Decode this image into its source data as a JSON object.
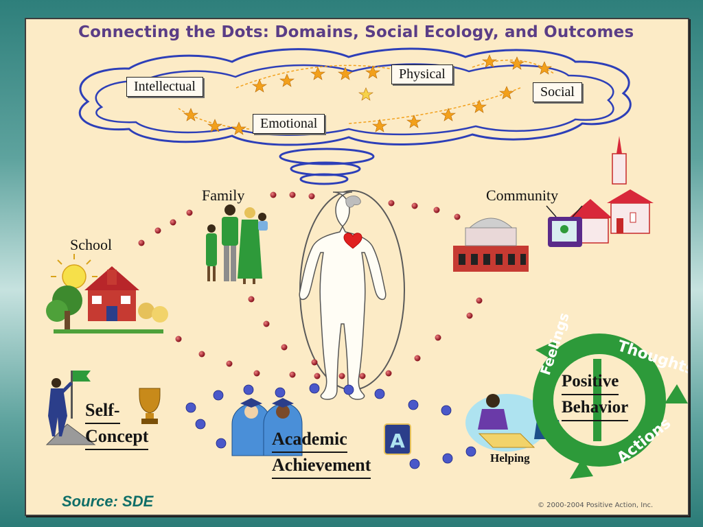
{
  "title": "Connecting the Dots: Domains, Social Ecology, and Outcomes",
  "domains": {
    "intellectual": "Intellectual",
    "physical": "Physical",
    "social": "Social",
    "emotional": "Emotional"
  },
  "ecology": {
    "family": "Family",
    "school": "School",
    "community": "Community"
  },
  "outcomes": {
    "self_concept_1": "Self-",
    "self_concept_2": "Concept",
    "academic_1": "Academic",
    "academic_2": "Achievement",
    "positive_1": "Positive",
    "positive_2": "Behavior",
    "helping": "Helping"
  },
  "cycle": {
    "thoughts": "Thoughts",
    "feelings": "Feelings",
    "actions": "Actions"
  },
  "source": "Source:  SDE",
  "copyright": "© 2000-2004 Positive Action, Inc.",
  "colors": {
    "background": "#fcebc6",
    "title": "#5a3d86",
    "cloud": "#2d3fb8",
    "star": "#f2a01b",
    "dot": "#b0202b",
    "face_dot": "#4a58c9",
    "cycle_arrow": "#2d9a3a",
    "source": "#0f6e67"
  }
}
